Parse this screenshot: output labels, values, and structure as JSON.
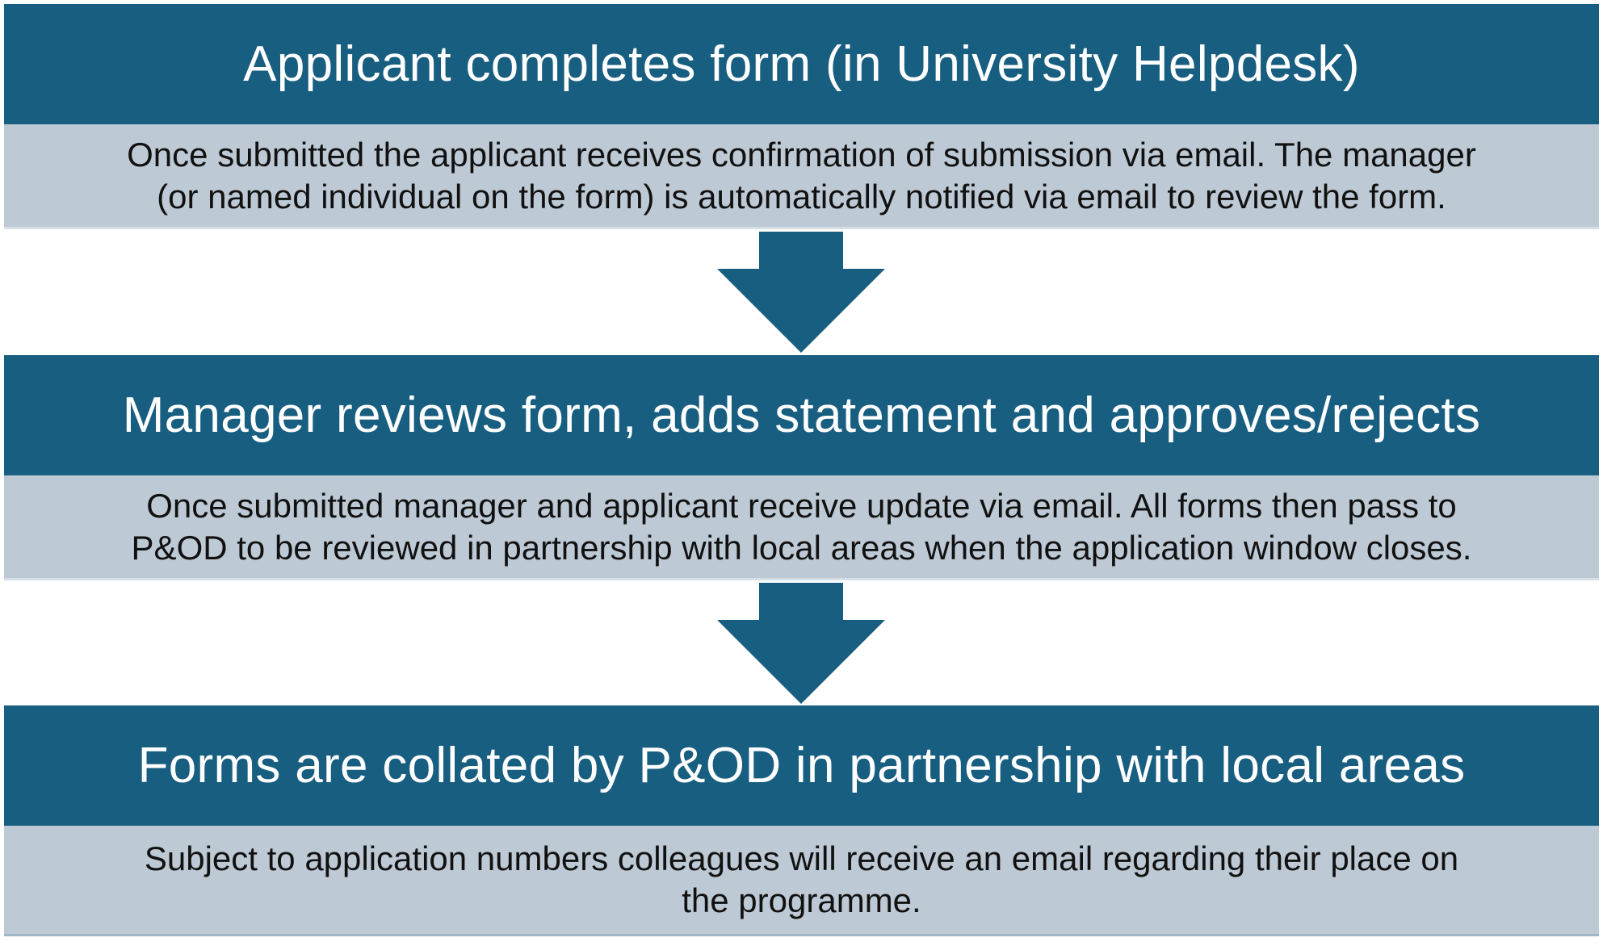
{
  "colors": {
    "title_bg": "#185e80",
    "desc_bg": "#bdc9d4",
    "arrow": "#185e80",
    "title_text": "#ffffff",
    "desc_text": "#111111"
  },
  "steps": [
    {
      "title": "Applicant completes form (in University Helpdesk)",
      "description": "Once submitted the applicant receives confirmation of submission via email. The manager\n(or named individual on the form) is automatically notified via email to review the form."
    },
    {
      "title": "Manager reviews form, adds statement and approves/rejects",
      "description": "Once submitted manager and applicant receive update via email. All forms then pass to\nP&OD to be reviewed in partnership with local areas when the application window closes."
    },
    {
      "title": "Forms are collated by P&OD in partnership with local areas",
      "description": "Subject to application numbers colleagues will receive an email regarding their place on\nthe programme."
    }
  ],
  "connectors": [
    {
      "icon": "down-arrow-icon"
    },
    {
      "icon": "down-arrow-icon"
    }
  ]
}
